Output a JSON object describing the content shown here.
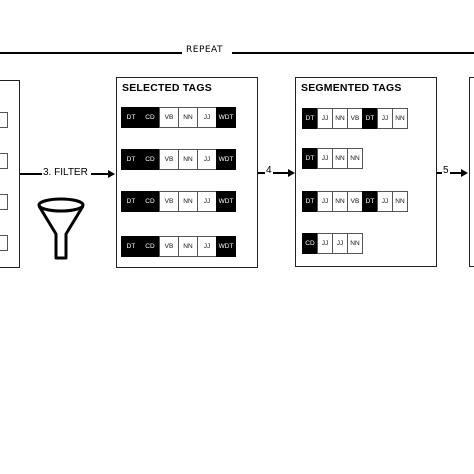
{
  "repeat": {
    "label": "REPEAT"
  },
  "step3": {
    "label": "3. FILTER"
  },
  "step4": {
    "label": "4"
  },
  "step5": {
    "label": "5"
  },
  "selected": {
    "title": "SELECTED TAGS",
    "rows": [
      {
        "tags": [
          "DT",
          "CD",
          "VB",
          "NN",
          "JJ",
          "WDT"
        ],
        "dark": [
          true,
          true,
          false,
          false,
          false,
          true
        ]
      },
      {
        "tags": [
          "DT",
          "CD",
          "VB",
          "NN",
          "JJ",
          "WDT"
        ],
        "dark": [
          true,
          true,
          false,
          false,
          false,
          true
        ]
      },
      {
        "tags": [
          "DT",
          "CD",
          "VB",
          "NN",
          "JJ",
          "WDT"
        ],
        "dark": [
          true,
          true,
          false,
          false,
          false,
          true
        ]
      },
      {
        "tags": [
          "DT",
          "CD",
          "VB",
          "NN",
          "JJ",
          "WDT"
        ],
        "dark": [
          true,
          true,
          false,
          false,
          false,
          true
        ]
      }
    ]
  },
  "segmented": {
    "title": "SEGMENTED TAGS",
    "rows": [
      {
        "tags": [
          "DT",
          "JJ",
          "NN",
          "VB",
          "DT",
          "JJ",
          "NN"
        ],
        "dark": [
          true,
          false,
          false,
          false,
          true,
          false,
          false
        ]
      },
      {
        "tags": [
          "DT",
          "JJ",
          "NN",
          "NN"
        ],
        "dark": [
          true,
          false,
          false,
          false
        ]
      },
      {
        "tags": [
          "DT",
          "JJ",
          "NN",
          "VB",
          "DT",
          "JJ",
          "NN"
        ],
        "dark": [
          true,
          false,
          false,
          false,
          true,
          false,
          false
        ]
      },
      {
        "tags": [
          "CD",
          "JJ",
          "JJ",
          "NN"
        ],
        "dark": [
          true,
          false,
          false,
          false
        ]
      }
    ]
  },
  "colors": {
    "dark_cell": "#000000",
    "light_cell": "#ffffff",
    "stroke": "#000000"
  },
  "icons": {
    "filter": "funnel-icon"
  }
}
